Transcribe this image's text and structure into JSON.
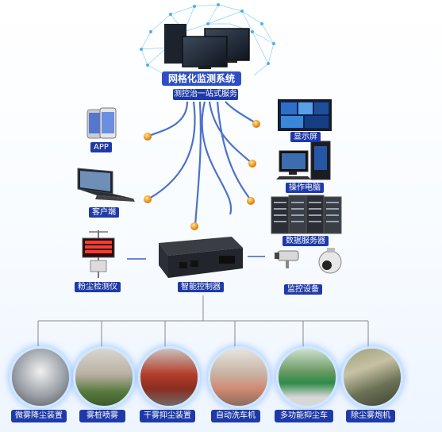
{
  "system": {
    "title": "网格化监测系统",
    "subtitle": "测控治一站式服务"
  },
  "devices": {
    "app": "APP",
    "client": "客户端",
    "display": "显示屏",
    "pc": "操作电脑",
    "server": "数据服务器",
    "dust_monitor": "粉尘检测仪",
    "controller": "智能控制器",
    "camera": "监控设备"
  },
  "equipment": [
    {
      "label": "微雾降尘装置"
    },
    {
      "label": "雾桩喷雾"
    },
    {
      "label": "干雾抑尘装置"
    },
    {
      "label": "自动洗车机"
    },
    {
      "label": "多功能抑尘车"
    },
    {
      "label": "除尘雾炮机"
    }
  ],
  "colors": {
    "label_bg": "#1f3aa8",
    "cable": "#3a63c8",
    "node": "#f5a42c",
    "glow": "#5aa7ff"
  }
}
